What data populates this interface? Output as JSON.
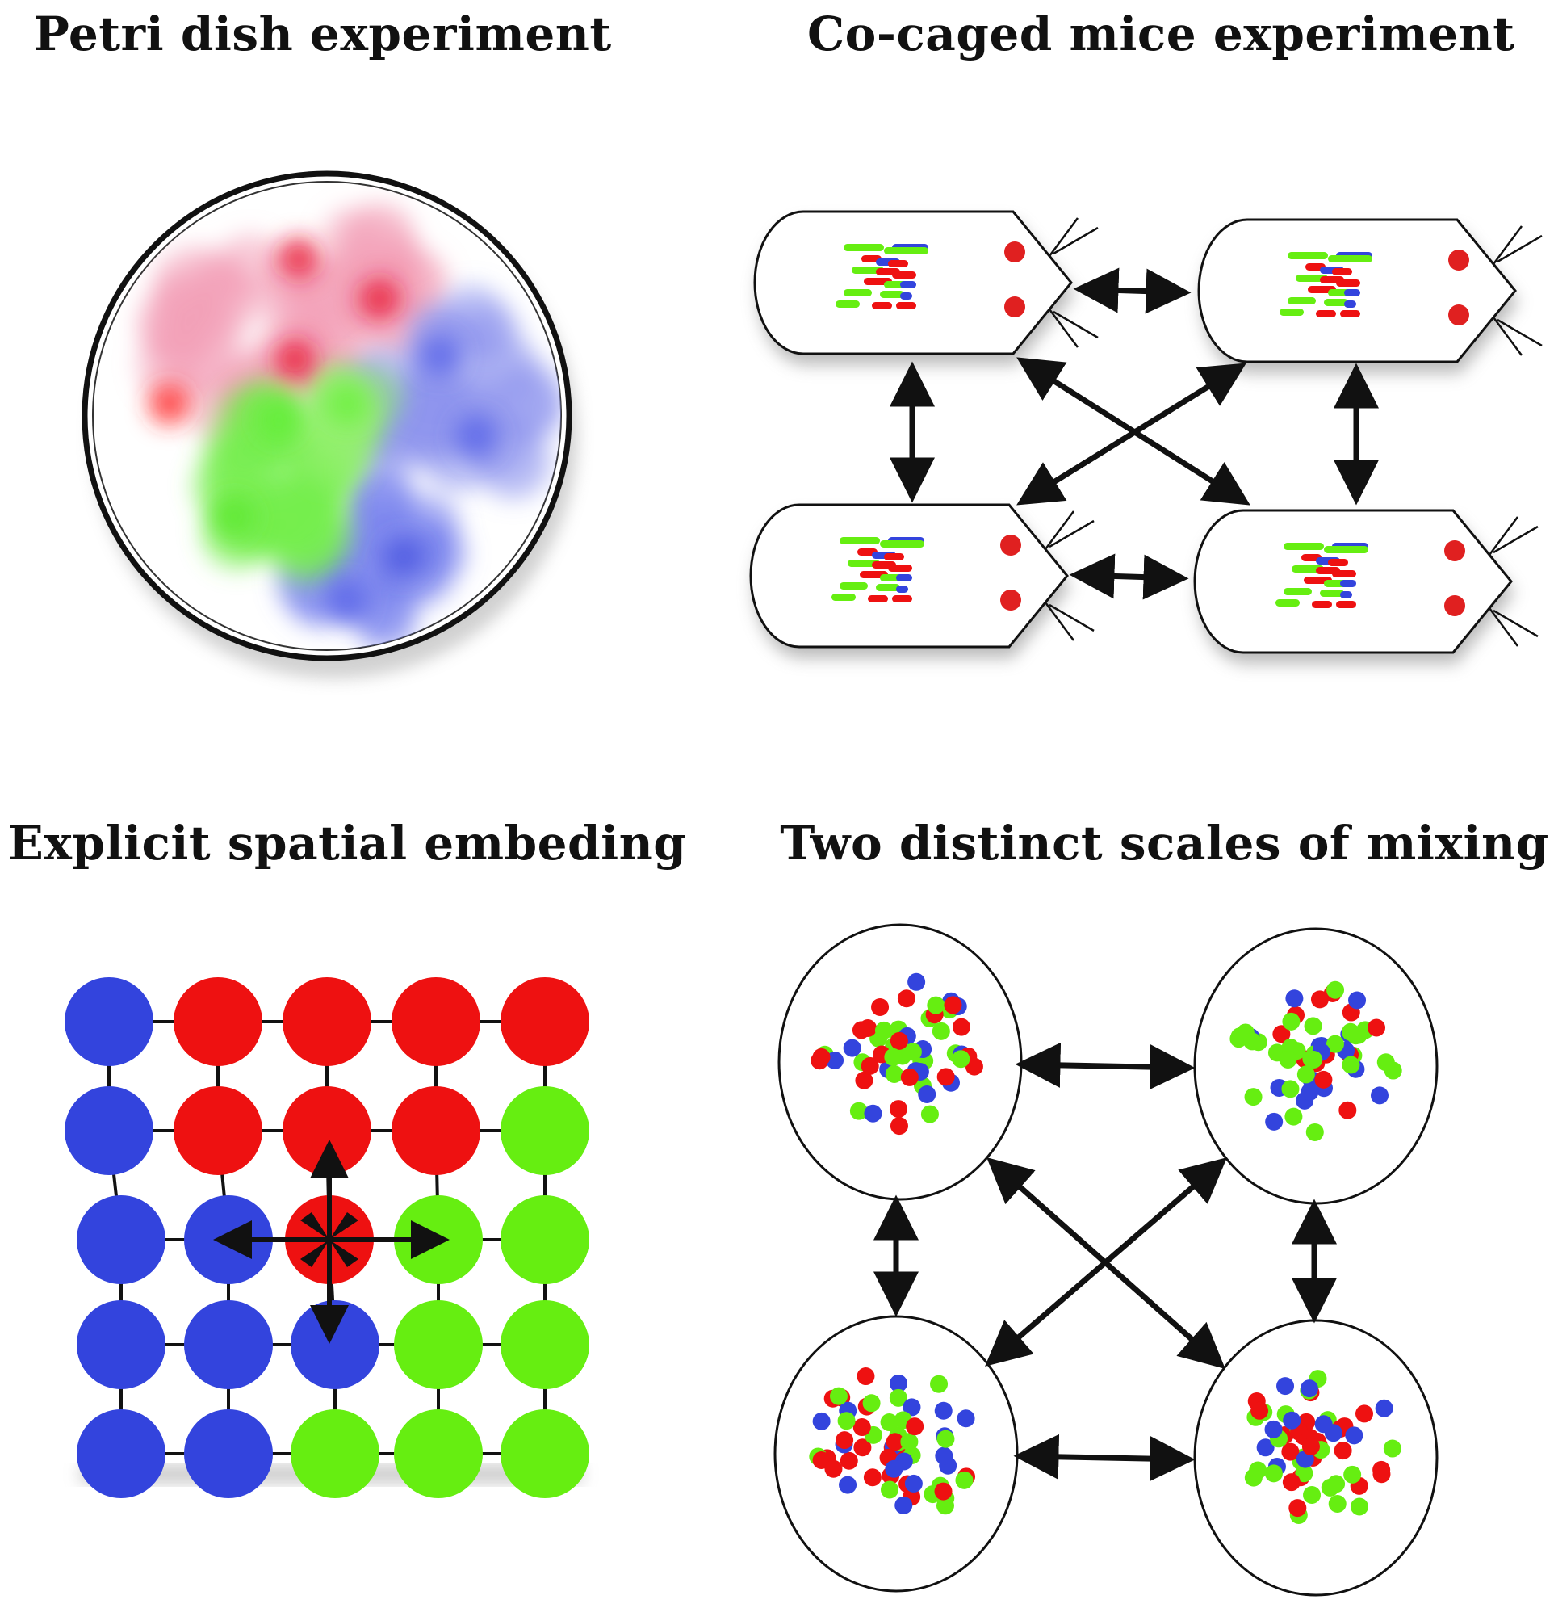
{
  "titles": {
    "petri": "Petri dish experiment",
    "cocaged": "Co-caged mice experiment",
    "spatial": "Explicit spatial embeding",
    "scales": "Two distinct scales of mixing"
  },
  "colors": {
    "red": "#ee1111",
    "green": "#66ee11",
    "blue": "#3344dd",
    "arrow": "#111111"
  },
  "lattice": {
    "rows": 5,
    "cols": 5,
    "cells": [
      [
        "blue",
        "red",
        "red",
        "red",
        "red"
      ],
      [
        "blue",
        "red",
        "red",
        "red",
        "green"
      ],
      [
        "blue",
        "blue",
        "red",
        "green",
        "green"
      ],
      [
        "blue",
        "blue",
        "blue",
        "green",
        "green"
      ],
      [
        "blue",
        "blue",
        "green",
        "green",
        "green"
      ]
    ]
  }
}
